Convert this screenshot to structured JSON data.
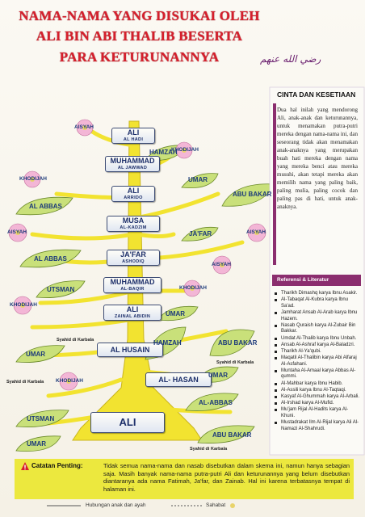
{
  "title": {
    "line1": "NAMA-NAMA YANG DISUKAI OLEH",
    "line2": "ALI BIN ABI THALIB BESERTA",
    "line3": "PARA KETURUNANNYA",
    "honorific": "رضي الله عنهم"
  },
  "lineage": [
    {
      "name": "ALI",
      "sub": "AL HADI"
    },
    {
      "name": "MUHAMMAD",
      "sub": "AL JAWWAD"
    },
    {
      "name": "ALI",
      "sub": "ARRIDO"
    },
    {
      "name": "MUSA",
      "sub": "AL-KADZIM"
    },
    {
      "name": "JA'FAR",
      "sub": "ASHODIQ"
    },
    {
      "name": "MUHAMMAD",
      "sub": "AL-BAQIR"
    },
    {
      "name": "ALI",
      "sub": "ZAINAL ABIDIN"
    },
    {
      "name": "AL HUSAIN",
      "sub": ""
    },
    {
      "name": "AL- HASAN",
      "sub": ""
    },
    {
      "name": "ALI",
      "sub": ""
    }
  ],
  "leaves": {
    "hamzah_top": "HAMZAH",
    "umar_top": "UMAR",
    "abu_bakar_top": "ABU BAKAR",
    "al_abbas_1": "AL ABBAS",
    "jafar": "JA'FAR",
    "al_abbas_2": "AL ABBAS",
    "utsman_mid": "UTSMAN",
    "umar_mid": "UMAR",
    "umar_low": "UMAR",
    "hamzah_low": "HAMZAH",
    "abu_bakar_low": "ABU BAKAR",
    "umar_right": "UMAR",
    "al_abbas_low": "AL-ABBAS",
    "utsman_low": "UTSMAN",
    "abu_bakar_bottom": "ABU BAKAR",
    "umar_bottom": "UMAR"
  },
  "flowers": {
    "aisyah_1": "AISYAH",
    "khodijah_1": "KHODIJAH",
    "khodijah_2": "KHODIJAH",
    "aisyah_2": "AISYAH",
    "aisyah_3": "AISYAH",
    "aisyah_4": "AISYAH",
    "khodijah_3": "KHODIJAH",
    "khodijah_4": "KHODIJAH",
    "khodijah_5": "KHODIJAH"
  },
  "syahid": {
    "s1": "Syahid di Karbala",
    "s2": "Syahid di Karbala",
    "s3": "Syahid di Karbala",
    "s4": "Syahid di Karbala"
  },
  "side": {
    "cinta_title": "CINTA DAN KESETIAAN",
    "cinta_body": "Dua hal inilah yang mendorong Ali, anak-anak dan keturunannya, untuk menamakan putra-putri mereka dengan nama-nama ini, dan seseorang tidak akan menamakan anak-anaknya yang merupakan buah hati mereka dengan nama yang mereka benci atau mereka musuhi, akan tetapi mereka akan memilih nama yang paling baik, paling mulia, paling cocok dan paling pas di hati, untuk anak-anaknya.",
    "ref_title": "Referensi & Literatur",
    "references": [
      "Tharikh Dimashq karya Ibnu Asakir.",
      "Al-Tabaqat Al-Kubra karya Ibnu Sa'ad.",
      "Jamharat Ansab Al-Arab karya Ibnu Hazem.",
      "Nasab Quraish karya Al-Zubair Bin Bakkar.",
      "Umdat Al-Thalib karya Ibnu Unbah.",
      "Ansab Al-Ashraf karya Al-Baladzri.",
      "Tharikh Al-Ya'qubi.",
      "Maqatil Al-Thalibin karya Abi Alfaraj Al-Asfahani.",
      "Muntaha Al-Amaal karya Abbas Al-qummi.",
      "Al-Mahbar karya Ibnu Habib.",
      "Al-Assili karya Ibnu Al-Taqtaqi.",
      "Kasyaf Al-Ghummah karya Al-Arbali.",
      "Al-Irshad karya Al-Mufid.",
      "Mu'jam Rijal Al-Hadits karya Al-Khuni.",
      "Mustadrakat Ilm Al-Rijal karya Ali Al-Namazi Al-Shahrudi."
    ]
  },
  "note": {
    "label": "Catatan Penting:",
    "text": "Tidak semua nama-nama dan nasab disebutkan dalam skema ini, namun hanya sebagian saja. Masih banyak nama-nama putra-putri Ali dan keturunannya yang belum disebutkan diantaranya ada nama Fatimah, Ja'far, dan Zainab. Hal ini karena terbatasnya tempat di halaman ini."
  },
  "legend": {
    "anak": "Hubungan anak dan ayah",
    "sahabat": "Sahabat"
  },
  "colors": {
    "title_red": "#d61f2c",
    "trunk_yellow": "#f2e330",
    "leaf_green": "#c9e07a",
    "flower_pink": "#f3b6d6",
    "ref_purple": "#8b2e6f",
    "note_yellow": "#ece83e",
    "node_blue": "#1d2f6a"
  }
}
